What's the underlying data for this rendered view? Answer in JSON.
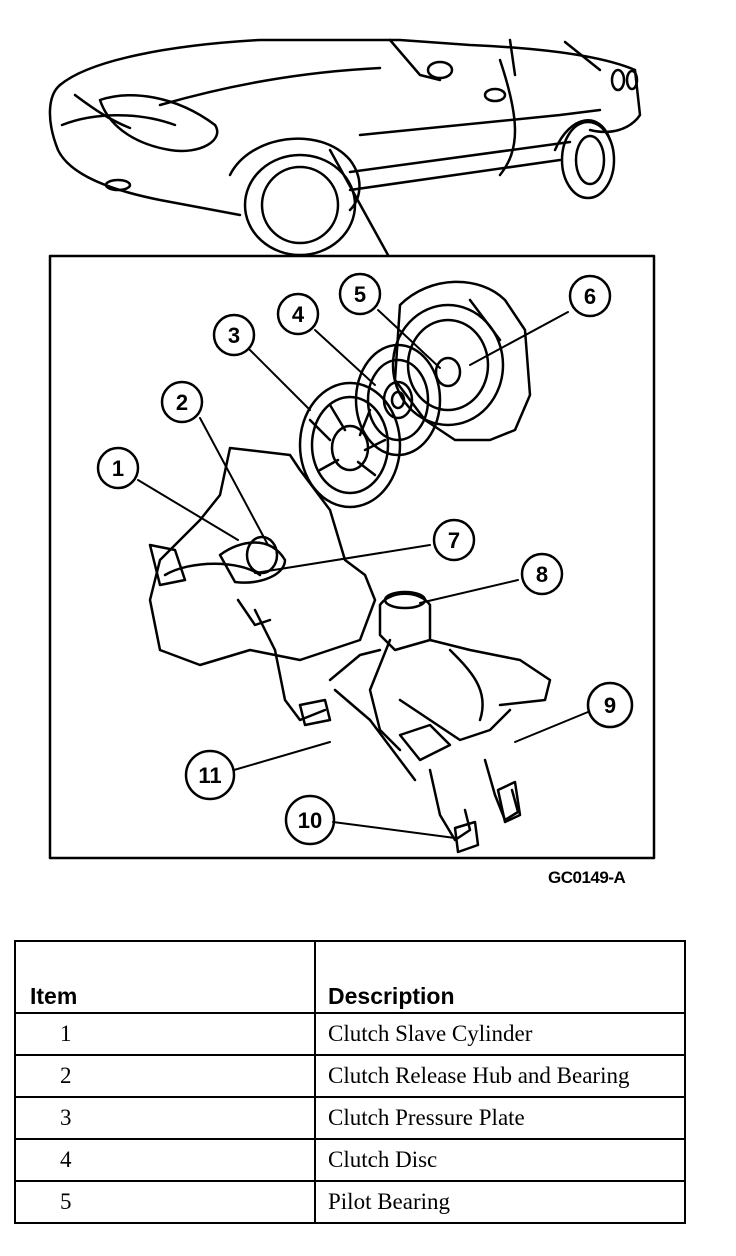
{
  "figure": {
    "code": "GC0149-A",
    "callouts": [
      {
        "id": "1"
      },
      {
        "id": "2"
      },
      {
        "id": "3"
      },
      {
        "id": "4"
      },
      {
        "id": "5"
      },
      {
        "id": "6"
      },
      {
        "id": "7"
      },
      {
        "id": "8"
      },
      {
        "id": "9"
      },
      {
        "id": "10"
      },
      {
        "id": "11"
      }
    ]
  },
  "legend": {
    "headers": {
      "item": "Item",
      "description": "Description"
    },
    "rows": [
      {
        "item": "1",
        "description": "Clutch Slave Cylinder"
      },
      {
        "item": "2",
        "description": "Clutch Release Hub and Bearing"
      },
      {
        "item": "3",
        "description": "Clutch Pressure Plate"
      },
      {
        "item": "4",
        "description": "Clutch Disc"
      },
      {
        "item": "5",
        "description": "Pilot Bearing"
      }
    ]
  }
}
